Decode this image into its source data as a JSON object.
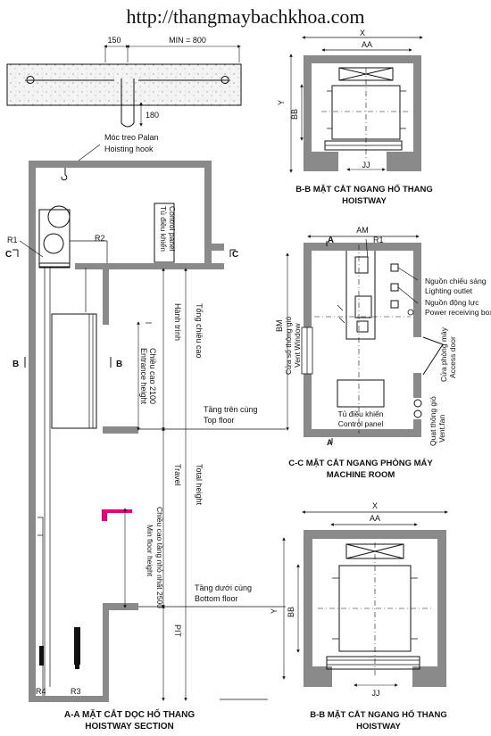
{
  "header": {
    "url": "http://thangmaybachkhoa.com"
  },
  "slab": {
    "dim_150": "150",
    "dim_min800": "MIN = 800",
    "dim_180": "180"
  },
  "hook": {
    "vi": "Móc treo Palan",
    "en": "Hoisting hook"
  },
  "section_aa": {
    "label_c": "C",
    "label_b": "B",
    "r1": "R1",
    "r2": "R2",
    "r3": "R3",
    "r4": "R4",
    "control_panel_vi": "Tủ điều khiển",
    "control_panel_en": "Control panel",
    "travel_vi": "Hành trình",
    "travel_en": "Travel",
    "total_height_vi": "Tổng chiều cao",
    "total_height_en": "Total height",
    "entrance_vi": "Chiều cao 2100",
    "entrance_en": "Entrance height",
    "top_floor_vi": "Tầng trên cùng",
    "top_floor_en": "Top floor",
    "min_floor_vi": "Chiều cao tầng nhỏ nhất 2500",
    "min_floor_en": "Min floor height",
    "bottom_floor_vi": "Tầng dưới cùng",
    "bottom_floor_en": "Bottom floor",
    "pit": "PIT",
    "title_vi": "A-A MẶT CẮT DỌC HỐ THANG",
    "title_en": "HOISTWAY SECTION"
  },
  "plan_bb_top": {
    "x": "X",
    "aa": "AA",
    "y": "Y",
    "bb": "BB",
    "jj": "JJ",
    "title_vi": "B-B MẶT CẮT NGANG HỐ THANG",
    "title_en": "HOISTWAY"
  },
  "plan_cc": {
    "am": "AM",
    "a": "A",
    "r1": "R1",
    "bm": "BM",
    "vent_window_vi": "Cửa sổ thông gió",
    "vent_window_en": "Vent Window",
    "lighting_vi": "Nguồn chiếu sáng",
    "lighting_en": "Lighting outlet",
    "power_vi": "Nguồn động lực",
    "power_en": "Power receiving box",
    "access_vi": "Cửa phòng máy",
    "access_en": "Access door",
    "fan_vi": "Quạt thông gió",
    "fan_en": "Vent.fan",
    "panel_vi": "Tủ điều khiển",
    "panel_en": "Control panel",
    "title_vi": "C-C MẶT CẮT NGANG PHÒNG MÁY",
    "title_en": "MACHINE ROOM"
  },
  "plan_bb_bottom": {
    "x": "X",
    "aa": "AA",
    "y": "Y",
    "bb": "BB",
    "jj": "JJ",
    "title_vi": "B-B MẶT CẮT NGANG HỐ THANG",
    "title_en": "HOISTWAY"
  },
  "colors": {
    "wall": "#8a8a8a",
    "marker": "#e6007e"
  }
}
